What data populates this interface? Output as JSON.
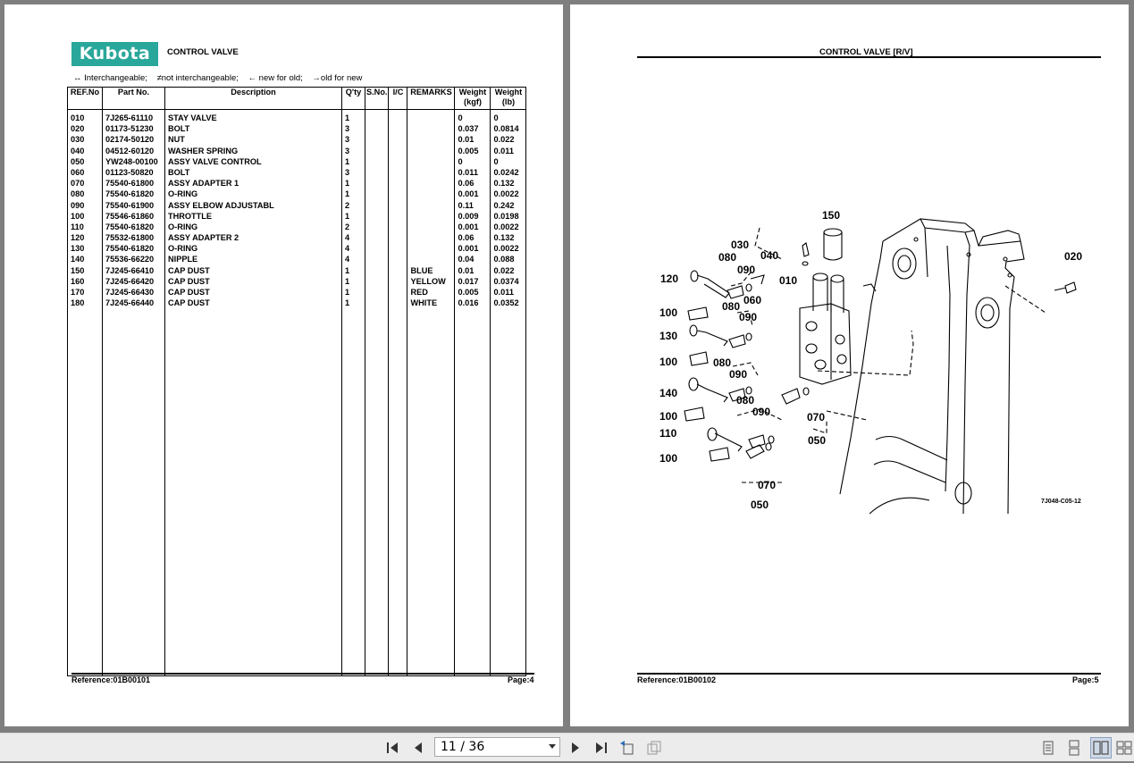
{
  "left_page": {
    "logo_text": "Kubota",
    "title": "CONTROL VALVE",
    "legend": {
      "interchangeable": "↔ Interchangeable;",
      "not_interchangeable": "≠not interchangeable;",
      "new_for_old": "← new for old;",
      "old_for_new": "→old for new"
    },
    "columns": {
      "ref": "REF.No",
      "part": "Part No.",
      "desc": "Description",
      "qty": "Q'ty",
      "sno": "S.No.",
      "ic": "I/C",
      "remarks": "REMARKS",
      "weight_kgf": "Weight",
      "weight_kgf_unit": "(kgf)",
      "weight_lb": "Weight",
      "weight_lb_unit": "(lb)"
    },
    "rows": [
      {
        "ref": "010",
        "part": "7J265-61110",
        "desc": "STAY VALVE",
        "qty": "1",
        "remarks": "",
        "kgf": "0",
        "lb": "0"
      },
      {
        "ref": "020",
        "part": "01173-51230",
        "desc": "BOLT",
        "qty": "3",
        "remarks": "",
        "kgf": "0.037",
        "lb": "0.0814"
      },
      {
        "ref": "030",
        "part": "02174-50120",
        "desc": "NUT",
        "qty": "3",
        "remarks": "",
        "kgf": "0.01",
        "lb": "0.022"
      },
      {
        "ref": "040",
        "part": "04512-60120",
        "desc": "WASHER SPRING",
        "qty": "3",
        "remarks": "",
        "kgf": "0.005",
        "lb": "0.011"
      },
      {
        "ref": "050",
        "part": "YW248-00100",
        "desc": "ASSY VALVE CONTROL",
        "qty": "1",
        "remarks": "",
        "kgf": "0",
        "lb": "0"
      },
      {
        "ref": "060",
        "part": "01123-50820",
        "desc": "BOLT",
        "qty": "3",
        "remarks": "",
        "kgf": "0.011",
        "lb": "0.0242"
      },
      {
        "ref": "070",
        "part": "75540-61800",
        "desc": "ASSY ADAPTER 1",
        "qty": "1",
        "remarks": "",
        "kgf": "0.06",
        "lb": "0.132"
      },
      {
        "ref": "080",
        "part": "75540-61820",
        "desc": "O-RING",
        "qty": "1",
        "remarks": "",
        "kgf": "0.001",
        "lb": "0.0022"
      },
      {
        "ref": "090",
        "part": "75540-61900",
        "desc": "ASSY ELBOW ADJUSTABL",
        "qty": "2",
        "remarks": "",
        "kgf": "0.11",
        "lb": "0.242"
      },
      {
        "ref": "100",
        "part": "75546-61860",
        "desc": "THROTTLE",
        "qty": "1",
        "remarks": "",
        "kgf": "0.009",
        "lb": "0.0198"
      },
      {
        "ref": "110",
        "part": "75540-61820",
        "desc": "O-RING",
        "qty": "2",
        "remarks": "",
        "kgf": "0.001",
        "lb": "0.0022"
      },
      {
        "ref": "120",
        "part": "75532-61800",
        "desc": "ASSY ADAPTER 2",
        "qty": "4",
        "remarks": "",
        "kgf": "0.06",
        "lb": "0.132"
      },
      {
        "ref": "130",
        "part": "75540-61820",
        "desc": "O-RING",
        "qty": "4",
        "remarks": "",
        "kgf": "0.001",
        "lb": "0.0022"
      },
      {
        "ref": "140",
        "part": "75536-66220",
        "desc": "NIPPLE",
        "qty": "4",
        "remarks": "",
        "kgf": "0.04",
        "lb": "0.088"
      },
      {
        "ref": "150",
        "part": "7J245-66410",
        "desc": "CAP DUST",
        "qty": "1",
        "remarks": "BLUE",
        "kgf": "0.01",
        "lb": "0.022"
      },
      {
        "ref": "160",
        "part": "7J245-66420",
        "desc": "CAP DUST",
        "qty": "1",
        "remarks": "YELLOW",
        "kgf": "0.017",
        "lb": "0.0374"
      },
      {
        "ref": "170",
        "part": "7J245-66430",
        "desc": "CAP DUST",
        "qty": "1",
        "remarks": "RED",
        "kgf": "0.005",
        "lb": "0.011"
      },
      {
        "ref": "180",
        "part": "7J245-66440",
        "desc": "CAP DUST",
        "qty": "1",
        "remarks": "WHITE",
        "kgf": "0.016",
        "lb": "0.0352"
      }
    ],
    "footer_reference": "Reference:01B00101",
    "footer_page": "Page:4"
  },
  "right_page": {
    "title": "CONTROL VALVE [R/V]",
    "diagram_code": "7J048-C05-12",
    "callouts": [
      "150",
      "030",
      "040",
      "080",
      "090",
      "120",
      "010",
      "060",
      "100",
      "080",
      "090",
      "130",
      "100",
      "080",
      "090",
      "140",
      "080",
      "090",
      "100",
      "070",
      "110",
      "050",
      "100",
      "070",
      "050",
      "020"
    ],
    "footer_reference": "Reference:01B00102",
    "footer_page": "Page:5"
  },
  "toolbar": {
    "page_indicator": "11 / 36"
  }
}
